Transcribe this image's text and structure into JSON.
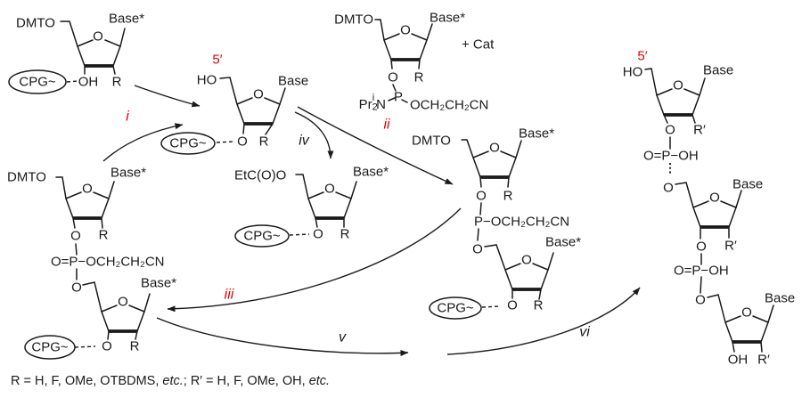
{
  "colors": {
    "ink": "#1a1a1a",
    "red": "#e00000",
    "background": "#ffffff"
  },
  "ring_oxygen": "O",
  "step_labels": {
    "i": "i",
    "ii": "ii",
    "iii": "iii",
    "iv": "iv",
    "v": "v",
    "vi": "vi"
  },
  "molecules": {
    "support_nucleoside_dmt": {
      "o5": "DMTO",
      "base": "Base*",
      "support": "CPG~",
      "o3": "OH",
      "r2": "R"
    },
    "support_nucleoside_5oh": {
      "five_prime": "5′",
      "o5": "HO",
      "base": "Base",
      "support": "CPG~",
      "o3": "O",
      "r2": "R"
    },
    "phosphoramidite": {
      "o5": "DMTO",
      "base": "Base*",
      "o3": "O",
      "r2": "R",
      "p": "P",
      "amine": {
        "pre": "Pr",
        "sub": "2",
        "sup": "i",
        "post": "N"
      },
      "o_link": "OCH₂CH₂CN",
      "catalyst": "+ Cat"
    },
    "capped_nucleoside": {
      "o5": "EtC(O)O",
      "base": "Base*",
      "support": "CPG~",
      "o3": "O",
      "r2": "R"
    },
    "phosphite_dimer": {
      "o5": "DMTO",
      "base1": "Base*",
      "o3a": "O",
      "r2a": "R",
      "p_group": "P−OCH₂CH₂CN",
      "o5b": "O",
      "base2": "Base*",
      "support": "CPG~",
      "o3b": "O",
      "r2b": "R"
    },
    "phosphotriester_dimer": {
      "o5": "DMTO",
      "base1": "Base*",
      "o3a": "O",
      "r2a": "R",
      "p_group": "O=P−OCH₂CH₂CN",
      "o5b": "O",
      "base2": "Base*",
      "support": "CPG~",
      "o3b": "O",
      "r2b": "R"
    },
    "product_oligo": {
      "five_prime": "5′",
      "o5": "HO",
      "base1": "Base",
      "o3a": "O",
      "r2a": "R′",
      "phos1": "O=P−OH",
      "o5b": "O",
      "base2": "Base",
      "o3b": "O",
      "r2b": "R′",
      "phos2": "O=P−OH",
      "o5c": "O",
      "base3": "Base",
      "oh3": "OH",
      "r2c": "R′"
    }
  },
  "caption": {
    "part1": "R = H, F, OMe, OTBDMS, ",
    "etc1": "etc.",
    "part2": "; R′ = H, F, OMe, OH, ",
    "etc2": "etc."
  }
}
